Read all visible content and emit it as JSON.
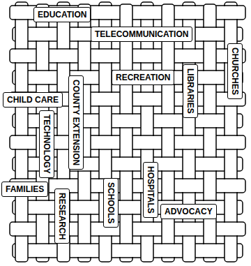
{
  "diagram": {
    "nodes": [
      {
        "text": [
          "EDUCATION"
        ]
      },
      {
        "text": [
          "TELECOMMUNICATION"
        ]
      },
      {
        "text": [
          "CHURCHES"
        ]
      },
      {
        "text": [
          "RECREATION"
        ]
      },
      {
        "text": [
          "CHILD CARE"
        ]
      },
      {
        "text": [
          "COUNTY EXTENSION"
        ]
      },
      {
        "text": [
          "LIBRARIES"
        ]
      },
      {
        "text": [
          "TECHNOLOGY"
        ]
      },
      {
        "text": [
          "FAMILIES"
        ]
      },
      {
        "text": [
          "RESEARCH"
        ]
      },
      {
        "text": [
          "SCHOOLS"
        ]
      },
      {
        "text": [
          "HOSPITALS"
        ]
      },
      {
        "text": [
          "ADVOCACY"
        ]
      }
    ]
  }
}
